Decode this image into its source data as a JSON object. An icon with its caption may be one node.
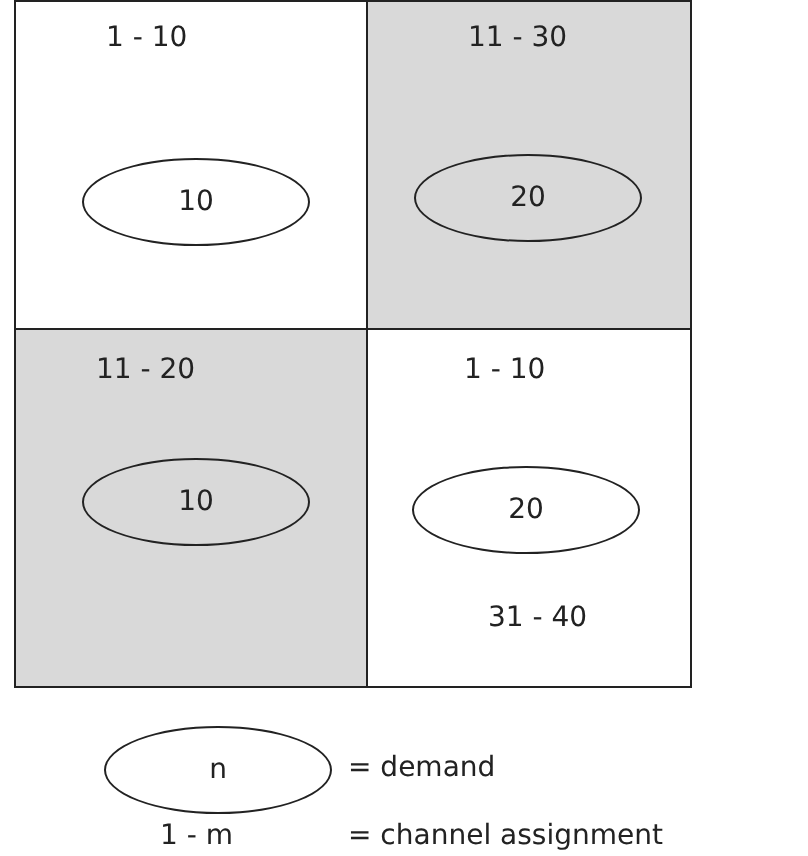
{
  "diagram": {
    "nodes": [
      {
        "text": [
          "1 - 10"
        ]
      },
      {
        "text": [
          "10"
        ],
        "in": 0
      },
      {
        "text": [
          "11 - 30"
        ]
      },
      {
        "text": [
          "20"
        ],
        "in": 2
      },
      {
        "text": [
          "11 - 20"
        ]
      },
      {
        "text": [
          "10"
        ],
        "in": 4
      },
      {
        "text": [
          "1 - 10",
          "31 - 40"
        ]
      },
      {
        "text": [
          "20"
        ],
        "in": 6
      },
      {
        "text": [
          "n"
        ],
        "beside": [
          "= demand"
        ]
      }
    ],
    "labels": [
      "1 - m",
      "= channel assignment"
    ]
  }
}
